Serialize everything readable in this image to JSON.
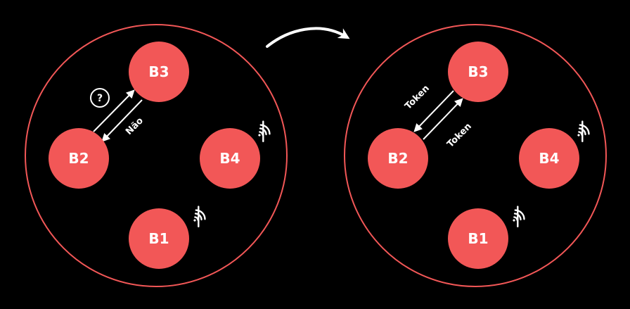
{
  "colors": {
    "background": "#000000",
    "node_fill": "#f25757",
    "ring_stroke": "#f25757",
    "line": "#ffffff"
  },
  "left_ring": {
    "nodes": {
      "b3": "B3",
      "b2": "B2",
      "b4": "B4",
      "b1": "B1"
    },
    "edge_label": "Não",
    "question_icon": "?",
    "offline_icons": [
      "wifi-off-icon",
      "wifi-off-icon"
    ]
  },
  "transition_arrow": "curved-arrow-icon",
  "right_ring": {
    "nodes": {
      "b3": "B3",
      "b2": "B2",
      "b4": "B4",
      "b1": "B1"
    },
    "edge_label_top": "Token",
    "edge_label_bottom": "Token",
    "offline_icons": [
      "wifi-off-icon",
      "wifi-off-icon"
    ]
  }
}
